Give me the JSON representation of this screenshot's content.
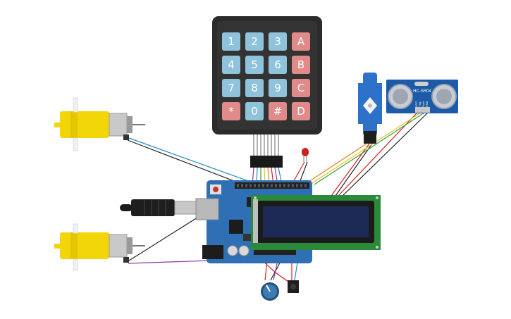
{
  "keypad": {
    "rows": [
      [
        "1",
        "2",
        "3",
        "A"
      ],
      [
        "4",
        "5",
        "6",
        "B"
      ],
      [
        "7",
        "8",
        "9",
        "C"
      ],
      [
        "*",
        "0",
        "#",
        "D"
      ]
    ]
  },
  "ultrasonic_sensor": {
    "model_label": "HC-SR04",
    "pin_labels": [
      "VCC",
      "Trig",
      "Echo",
      "GND"
    ]
  },
  "colors": {
    "keypad_body": "#2b2b2b",
    "keypad_key_blue": "#8fc3dc",
    "keypad_key_red": "#e08a8a",
    "arduino_board": "#2f6fb3",
    "lcd_board": "#2a8a3a",
    "lcd_screen": "#1c2a55",
    "motor_yellow": "#f3d60a",
    "servo_blue": "#2d72c8",
    "sensor_blue": "#1d5aa8",
    "wire_black": "#222222",
    "wire_red": "#d42020",
    "wire_yellow": "#e7c21a",
    "wire_orange": "#e8801a",
    "wire_green": "#2ea036",
    "wire_blue": "#1e88c8",
    "wire_purple": "#8a3aa8",
    "led_red": "#cc2222"
  }
}
